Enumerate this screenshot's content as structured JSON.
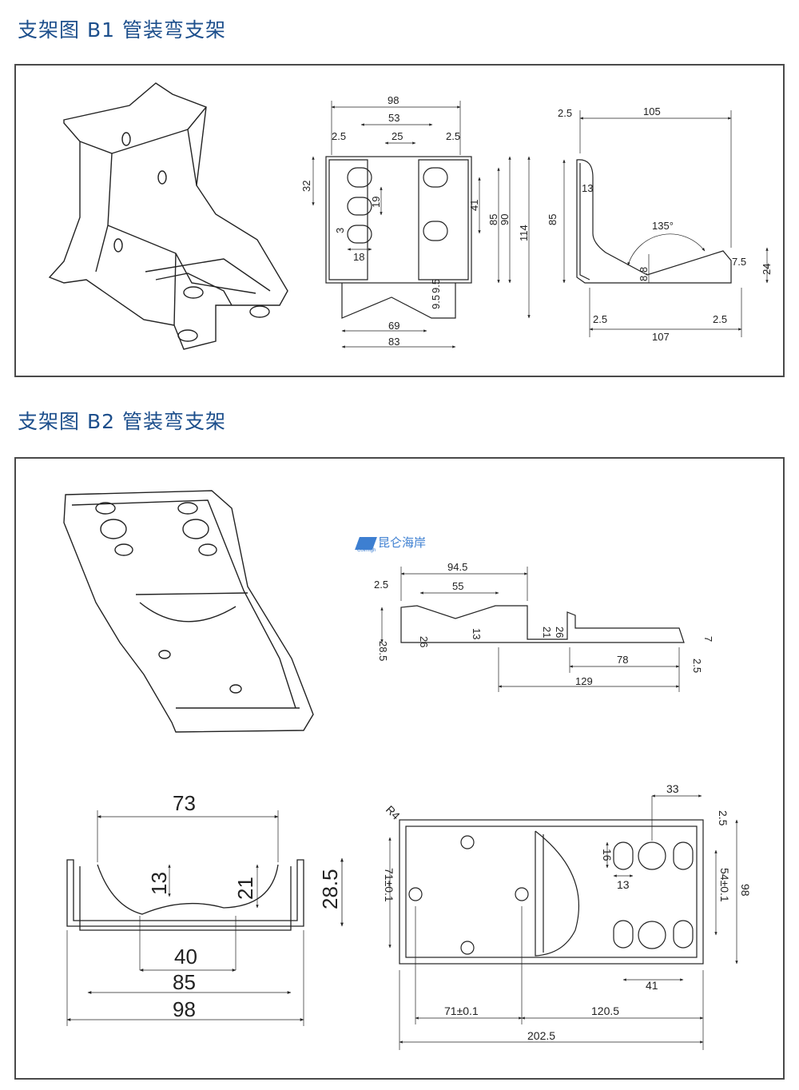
{
  "sections": [
    {
      "title": "支架图 B1 管装弯支架",
      "front_view": {
        "dims": [
          "98",
          "53",
          "25",
          "2.5",
          "2.5",
          "32",
          "19",
          "41",
          "85",
          "90",
          "114",
          "3",
          "18",
          "9.5",
          "9.5",
          "69",
          "83"
        ]
      },
      "side_view": {
        "dims": [
          "2.5",
          "105",
          "13",
          "85",
          "135°",
          "8.8",
          "7.5",
          "24",
          "2.5",
          "2.5",
          "107"
        ]
      }
    },
    {
      "title": "支架图 B2 管装弯支架",
      "side_view": {
        "dims": [
          "94.5",
          "2.5",
          "55",
          "28.5",
          "26",
          "13",
          "21",
          "26",
          "7",
          "78",
          "2.5",
          "129"
        ]
      },
      "end_view": {
        "dims": [
          "73",
          "13",
          "21",
          "28.5",
          "40",
          "85",
          "98"
        ]
      },
      "plan_view": {
        "dims": [
          "R4",
          "33",
          "2.5",
          "16",
          "13",
          "71±0.1",
          "54±0.1",
          "98",
          "41",
          "71±0.1",
          "120.5",
          "202.5"
        ]
      }
    }
  ],
  "watermark": {
    "text": "昆仑海岸",
    "sub": "Collmigh"
  }
}
